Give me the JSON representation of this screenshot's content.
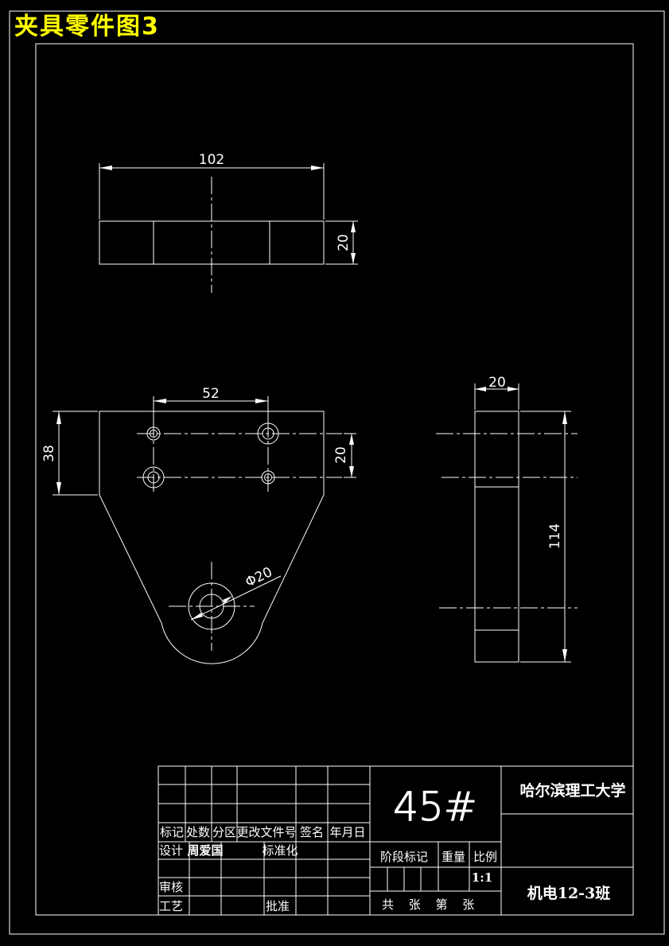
{
  "sheet_title": "夹具零件图3",
  "dimensions": {
    "top_width": "102",
    "top_height": "20",
    "front_hole_spacing_x": "52",
    "front_height": "38",
    "front_hole_spacing_y": "20",
    "front_big_hole": "Φ20",
    "side_width": "20",
    "side_height": "114"
  },
  "title_block": {
    "material": "45#",
    "school": "哈尔滨理工大学",
    "class_name": "机电12-3班",
    "headers": {
      "mark": "标记",
      "count": "处数",
      "zone": "分区",
      "change_doc": "更改文件号",
      "sign": "签名",
      "date": "年月日"
    },
    "design": "设计",
    "designer": "周爱国",
    "standardize": "标准化",
    "review": "审核",
    "process": "工艺",
    "approve": "批准",
    "stage_mark": "阶段标记",
    "weight": "重量",
    "scale_label": "比例",
    "scale_value": "1:1",
    "sheets": "共 张 第 张"
  }
}
